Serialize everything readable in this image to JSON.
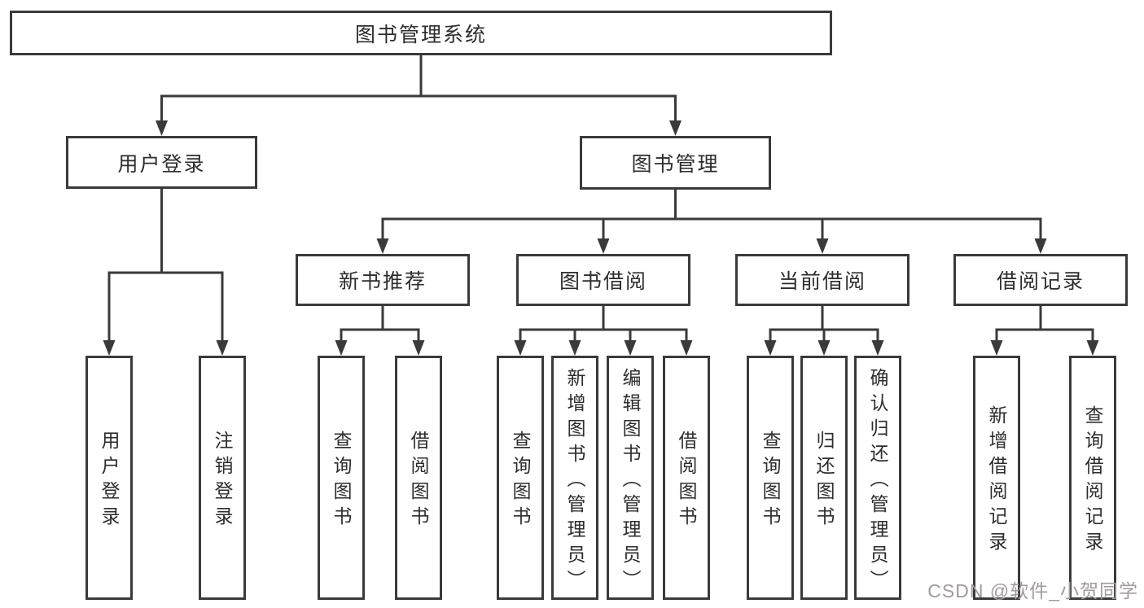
{
  "diagram": {
    "type": "hierarchy-tree",
    "title": "图书管理系统",
    "nodes": [
      {
        "id": "root",
        "label": "图书管理系统",
        "level": 1
      },
      {
        "id": "login",
        "label": "用户登录",
        "level": 2
      },
      {
        "id": "mgmt",
        "label": "图书管理",
        "level": 2
      },
      {
        "id": "recnew",
        "label": "新书推荐",
        "level": 3
      },
      {
        "id": "bor",
        "label": "图书借阅",
        "level": 3
      },
      {
        "id": "cur",
        "label": "当前借阅",
        "level": 3
      },
      {
        "id": "hist",
        "label": "借阅记录",
        "level": 3
      },
      {
        "id": "login1",
        "label": "用户登录",
        "level": 4
      },
      {
        "id": "login2",
        "label": "注销登录",
        "level": 4
      },
      {
        "id": "recnew1",
        "label": "查询图书",
        "level": 4
      },
      {
        "id": "recnew2",
        "label": "借阅图书",
        "level": 4
      },
      {
        "id": "bor1",
        "label": "查询图书",
        "level": 4
      },
      {
        "id": "bor2",
        "label": "新增图书（管理员）",
        "level": 4
      },
      {
        "id": "bor3",
        "label": "编辑图书（管理员）",
        "level": 4
      },
      {
        "id": "bor4",
        "label": "借阅图书",
        "level": 4
      },
      {
        "id": "cur1",
        "label": "查询图书",
        "level": 4
      },
      {
        "id": "cur2",
        "label": "归还图书",
        "level": 4
      },
      {
        "id": "cur3",
        "label": "确认归还（管理员）",
        "level": 4
      },
      {
        "id": "hist1",
        "label": "新增借阅记录",
        "level": 4
      },
      {
        "id": "hist2",
        "label": "查询借阅记录",
        "level": 4
      }
    ],
    "edges": [
      [
        "root",
        "login"
      ],
      [
        "root",
        "mgmt"
      ],
      [
        "login",
        "login1"
      ],
      [
        "login",
        "login2"
      ],
      [
        "mgmt",
        "recnew"
      ],
      [
        "mgmt",
        "bor"
      ],
      [
        "mgmt",
        "cur"
      ],
      [
        "mgmt",
        "hist"
      ],
      [
        "recnew",
        "recnew1"
      ],
      [
        "recnew",
        "recnew2"
      ],
      [
        "bor",
        "bor1"
      ],
      [
        "bor",
        "bor2"
      ],
      [
        "bor",
        "bor3"
      ],
      [
        "bor",
        "bor4"
      ],
      [
        "cur",
        "cur1"
      ],
      [
        "cur",
        "cur2"
      ],
      [
        "cur",
        "cur3"
      ],
      [
        "hist",
        "hist1"
      ],
      [
        "hist",
        "hist2"
      ]
    ]
  },
  "watermark": {
    "text": "CSDN @软件_小贺同学"
  },
  "colors": {
    "line": "#3a3a3a",
    "box_border": "#3a3a3a",
    "box_bg": "#ffffff",
    "text": "#2d2d2d",
    "watermark": "#a39a9a",
    "background": "#ffffff"
  }
}
